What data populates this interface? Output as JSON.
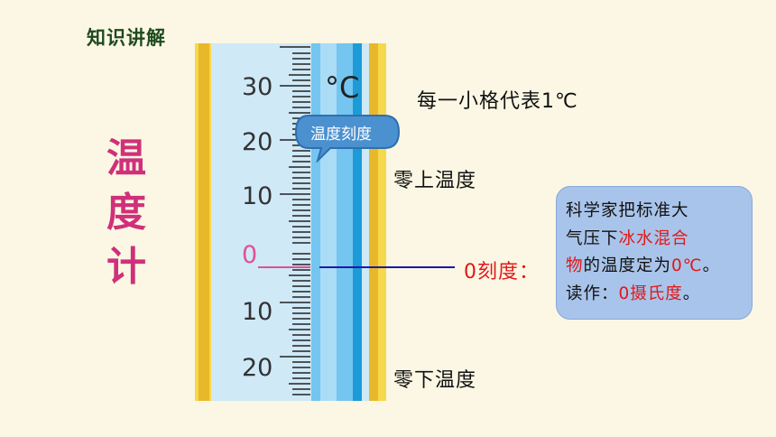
{
  "section_title": "知识讲解",
  "vertical_title": [
    "温",
    "度",
    "计"
  ],
  "thermometer": {
    "unit_label": "°C",
    "scale_labels": [
      "30",
      "20",
      "10",
      "0",
      "10",
      "20"
    ],
    "bubble_label": "温度刻度"
  },
  "notes": {
    "per_division": "每一小格代表1℃",
    "above_zero": "零上温度",
    "below_zero": "零下温度",
    "zero_mark": "0刻度："
  },
  "info_box": {
    "line1": "科学家把标准大",
    "line2_a": "气压下",
    "line2_b": "冰水混合",
    "line3_a": "物",
    "line3_b": "的温度定为",
    "line3_c": "0℃",
    "line3_d": "。",
    "line4_a": "读作：",
    "line4_b": "0摄氏度",
    "line4_c": "。"
  },
  "colors": {
    "pink_title": "#d0307a",
    "zero_red": "#e01818",
    "indicator_line": "#1a1aa6",
    "info_box_bg": "#a9c4ea",
    "bubble_bg": "#4b90cf"
  }
}
